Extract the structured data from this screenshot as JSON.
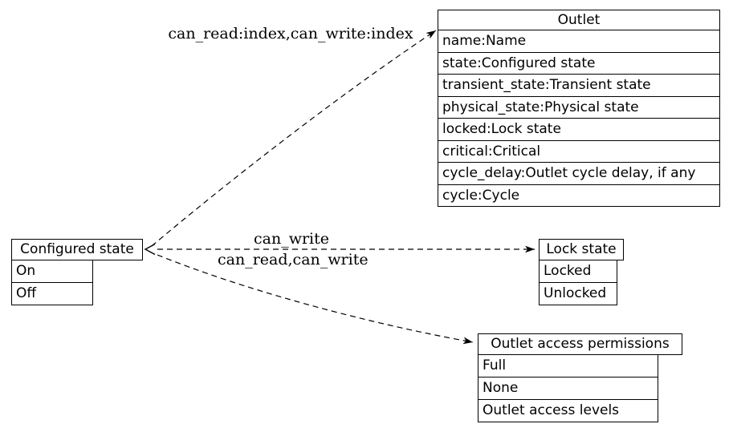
{
  "diagram": {
    "colors": {
      "background": "#ffffff",
      "stroke": "#000000",
      "text": "#000000"
    },
    "nodes": {
      "outlet": {
        "title": "Outlet",
        "rows": [
          "name:Name",
          "state:Configured state",
          "transient_state:Transient state",
          "physical_state:Physical state",
          "locked:Lock state",
          "critical:Critical",
          "cycle_delay:Outlet cycle delay, if any",
          "cycle:Cycle"
        ]
      },
      "configured_state": {
        "title": "Configured state",
        "rows": [
          "On",
          "Off"
        ]
      },
      "lock_state": {
        "title": "Lock state",
        "rows": [
          "Locked",
          "Unlocked"
        ]
      },
      "outlet_access_permissions": {
        "title": "Outlet access permissions",
        "rows": [
          "Full",
          "None",
          "Outlet access levels"
        ]
      }
    },
    "edges": {
      "outlet_configured_state": {
        "from": "Outlet",
        "to": "Configured state",
        "label": "can_read:index,can_write:index",
        "style": "dashed",
        "head": "filled-vee",
        "tail": "open-vee"
      },
      "configured_state_lock_state": {
        "from": "Configured state",
        "to": "Lock state",
        "label": "can_write",
        "style": "dashed",
        "head": "filled-vee"
      },
      "configured_state_outlet_access": {
        "from": "Configured state",
        "to": "Outlet access permissions",
        "label": "can_read,can_write",
        "style": "dashed",
        "head": "filled-vee"
      }
    }
  }
}
